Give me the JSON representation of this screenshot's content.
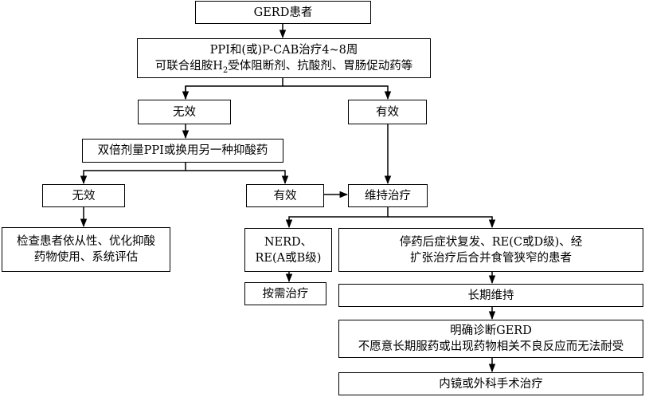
{
  "nodes": {
    "gerd_patient": "GERD患者",
    "ppi_line1": "PPI和(或)P-CAB治疗4~8周",
    "ppi_line2_pre": "可联合组胺H",
    "ppi_line2_sub": "2",
    "ppi_line2_post": "受体阻断剂、抗酸剂、胃肠促动药等",
    "ineffective_1": "无效",
    "effective_1": "有效",
    "double_dose": "双倍剂量PPI或换用另一种抑酸药",
    "ineffective_2": "无效",
    "effective_2": "有效",
    "maintenance": "维持治疗",
    "check_line1": "检查患者依从性、优化抑酸",
    "check_line2": "药物使用、系统评估",
    "nerd_line1": "NERD、",
    "nerd_line2": "RE(A或B级)",
    "relapse_line1": "停药后症状复发、RE(C或D级)、经",
    "relapse_line2": "扩张治疗后合并食管狭窄的患者",
    "on_demand": "按需治疗",
    "long_term": "长期维持",
    "confirm_line1": "明确诊断GERD",
    "confirm_line2": "不愿意长期服药或出现药物相关不良反应而无法耐受",
    "surgery": "内镜或外科手术治疗"
  }
}
